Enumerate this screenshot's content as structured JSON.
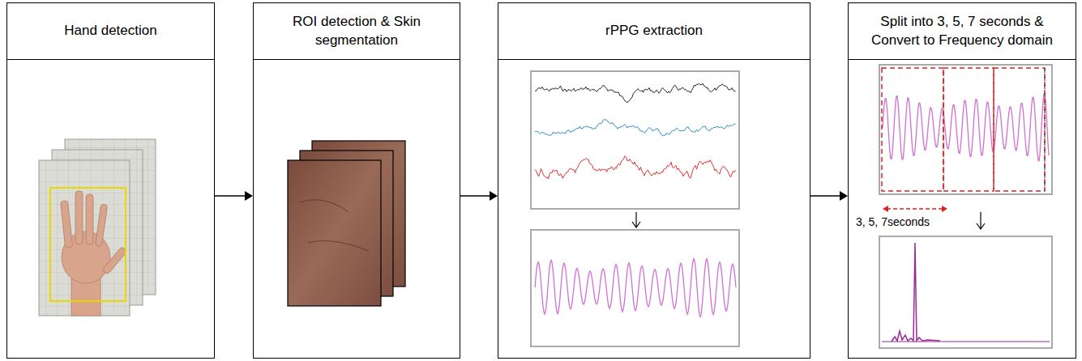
{
  "diagram": {
    "nodes": [
      {
        "text": [
          "Hand detection"
        ]
      },
      {
        "text": [
          "ROI detection & Skin segmentation"
        ]
      },
      {
        "text": [
          "rPPG extraction"
        ]
      },
      {
        "text": [
          "Split into 3, 5, 7 seconds & Convert to Frequency domain"
        ]
      }
    ],
    "edges": [
      {
        "from": 0,
        "to": 1,
        "arrow": "to"
      },
      {
        "from": 1,
        "to": 2,
        "arrow": "to"
      },
      {
        "from": 2,
        "to": 3,
        "arrow": "to"
      }
    ],
    "labels": [
      "3, 5, 7seconds"
    ]
  }
}
